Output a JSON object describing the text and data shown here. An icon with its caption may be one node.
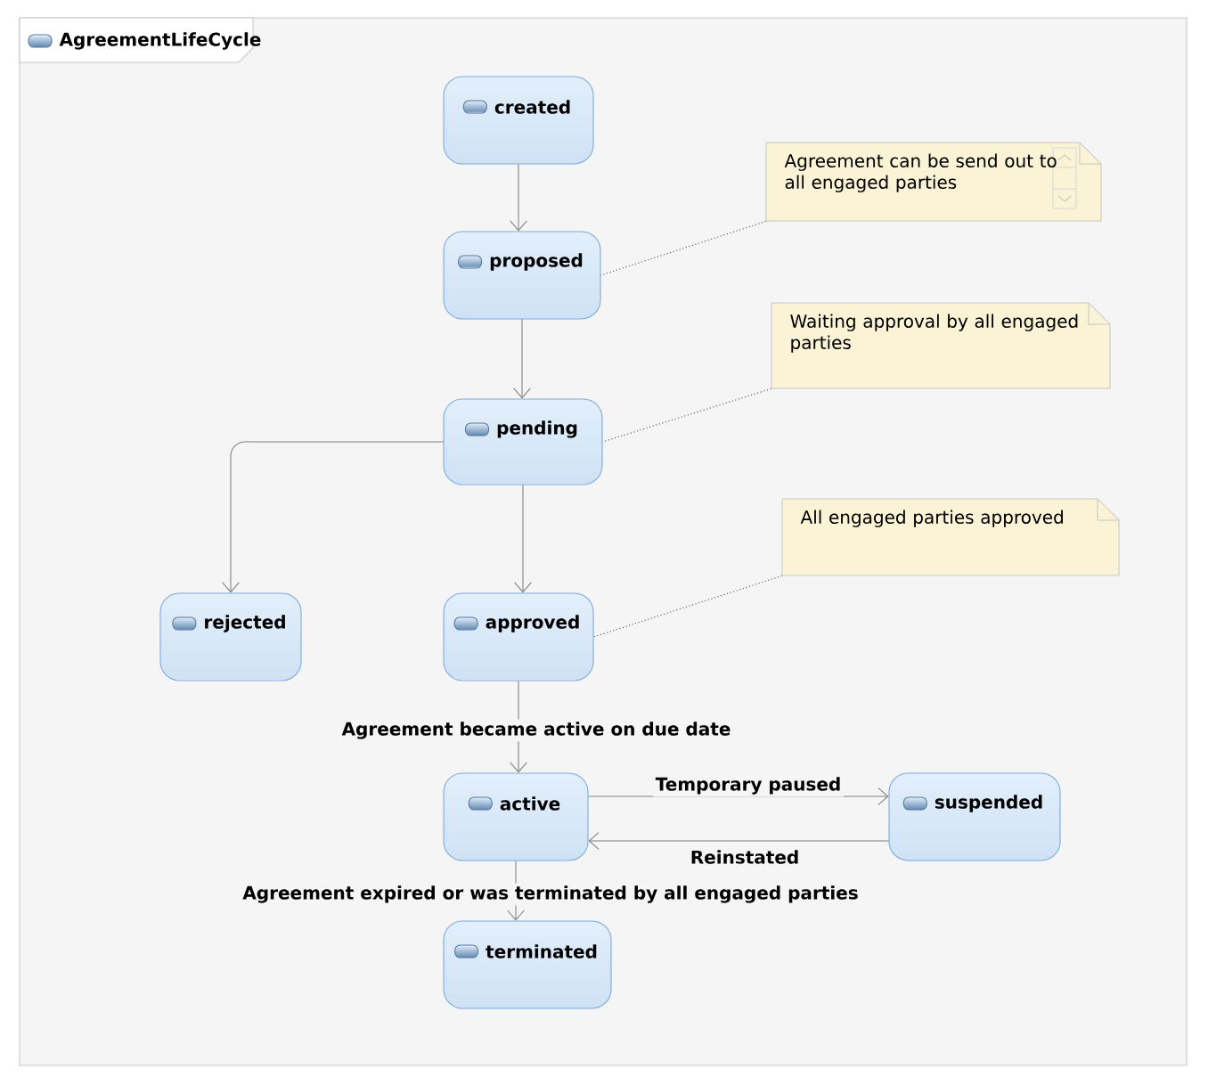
{
  "diagram": {
    "nodes": [
      {
        "text": [
          "AgreementLifeCycle"
        ]
      },
      {
        "text": [
          "created"
        ],
        "in": 0
      },
      {
        "text": [
          "proposed"
        ],
        "in": 0
      },
      {
        "text": [
          "pending"
        ],
        "in": 0
      },
      {
        "text": [
          "rejected"
        ],
        "in": 0
      },
      {
        "text": [
          "approved"
        ],
        "in": 0
      },
      {
        "text": [
          "active"
        ],
        "in": 0
      },
      {
        "text": [
          "suspended"
        ],
        "in": 0
      },
      {
        "text": [
          "terminated"
        ],
        "in": 0
      },
      {
        "text": [
          "Agreement can be send out to all engaged parties"
        ],
        "in": 0
      },
      {
        "text": [
          "Waiting approval by all engaged parties"
        ],
        "in": 0
      },
      {
        "text": [
          "All engaged parties approved"
        ],
        "in": 0
      }
    ],
    "edges": [
      {
        "from": 1,
        "to": 2,
        "arrow": "to"
      },
      {
        "from": 2,
        "to": 3,
        "arrow": "to"
      },
      {
        "from": 3,
        "to": 4,
        "arrow": "to"
      },
      {
        "from": 3,
        "to": 5,
        "arrow": "to"
      },
      {
        "from": 5,
        "to": 6,
        "arrow": "to",
        "label": "Agreement became active on due date"
      },
      {
        "from": 6,
        "to": 7,
        "arrow": "to",
        "label": "Temporary paused"
      },
      {
        "from": 7,
        "to": 6,
        "arrow": "to",
        "label": "Reinstated"
      },
      {
        "from": 6,
        "to": 8,
        "arrow": "to",
        "label": "Agreement expired or was terminated by all engaged parties"
      },
      {
        "from": 9,
        "to": 2,
        "arrow": "none",
        "style": "dashed",
        "color": "#404040"
      },
      {
        "from": 10,
        "to": 3,
        "arrow": "none",
        "style": "dashed",
        "color": "#404040"
      },
      {
        "from": 11,
        "to": 5,
        "arrow": "none",
        "style": "dashed",
        "color": "#404040"
      }
    ]
  }
}
